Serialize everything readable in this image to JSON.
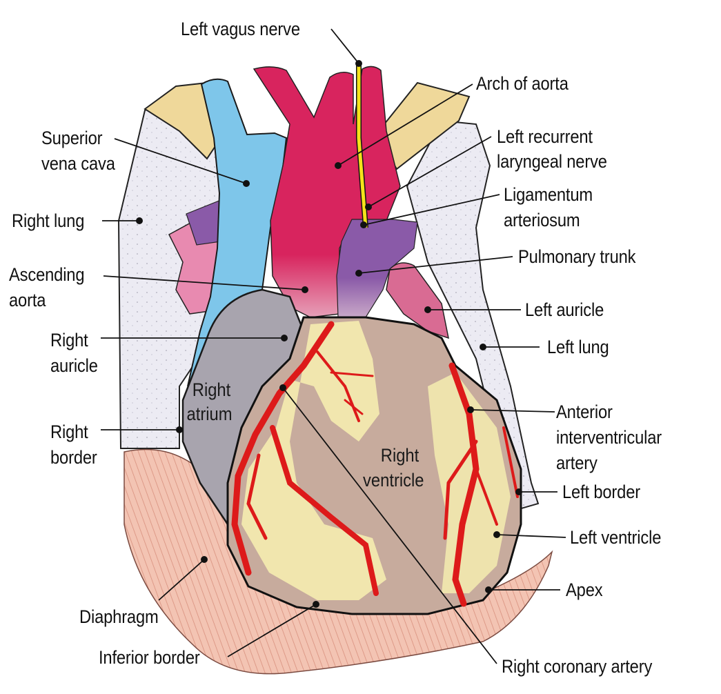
{
  "figure": {
    "title": "Anterior view of the heart",
    "colors": {
      "aorta": "#d8245e",
      "svc": "#7ec6ea",
      "pulmonary_trunk": "#8a5aa8",
      "right_atrium": "#a8a4ae",
      "ventricle": "#c7ab9d",
      "fat": "#f5ecb0",
      "coronary": "#dd1a1a",
      "lung": "#eceaf2",
      "diaphragm": "#f1bfae",
      "left_auricle": "#d96b93",
      "vagus": "#f5e21a",
      "clavicle": "#efd89a"
    }
  },
  "labels": {
    "left_vagus_nerve": "Left vagus nerve",
    "arch_of_aorta": "Arch of aorta",
    "left_recurrent_1": "Left recurrent",
    "left_recurrent_2": "laryngeal nerve",
    "ligamentum_1": "Ligamentum",
    "ligamentum_2": "arteriosum",
    "pulmonary_trunk": "Pulmonary trunk",
    "left_auricle": "Left auricle",
    "left_lung": "Left lung",
    "anterior_iv_1": "Anterior",
    "anterior_iv_2": "interventricular",
    "anterior_iv_3": "artery",
    "left_border": "Left border",
    "left_ventricle": "Left ventricle",
    "apex": "Apex",
    "right_coronary_artery": "Right coronary artery",
    "superior_vc_1": "Superior",
    "superior_vc_2": "vena cava",
    "right_lung": "Right lung",
    "ascending_aorta_1": "Ascending",
    "ascending_aorta_2": "aorta",
    "right_auricle_1": "Right",
    "right_auricle_2": "auricle",
    "right_border_1": "Right",
    "right_border_2": "border",
    "diaphragm": "Diaphragm",
    "inferior_border": "Inferior border"
  },
  "inner_labels": {
    "right_atrium_1": "Right",
    "right_atrium_2": "atrium",
    "right_ventricle_1": "Right",
    "right_ventricle_2": "ventricle"
  }
}
